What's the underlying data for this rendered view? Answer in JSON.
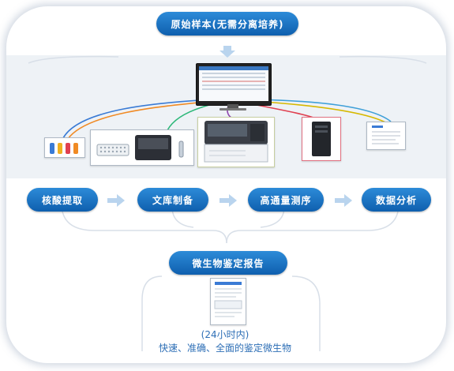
{
  "top_pill": "原始样本(无需分离培养)",
  "steps": [
    "核酸提取",
    "文库制备",
    "高通量测序",
    "数据分析"
  ],
  "report_pill": "微生物鉴定报告",
  "caption_line1": "(24小时内)",
  "caption_line2": "快速、准确、全面的鉴定微生物",
  "colors": {
    "accent": "#1565b8",
    "caption": "#2e6fb6",
    "arrow": "#b9d4ee",
    "cable_colors": [
      "#3a7bd5",
      "#f08a24",
      "#2eb87a",
      "#8e44ad",
      "#e04050",
      "#d6b800"
    ]
  }
}
